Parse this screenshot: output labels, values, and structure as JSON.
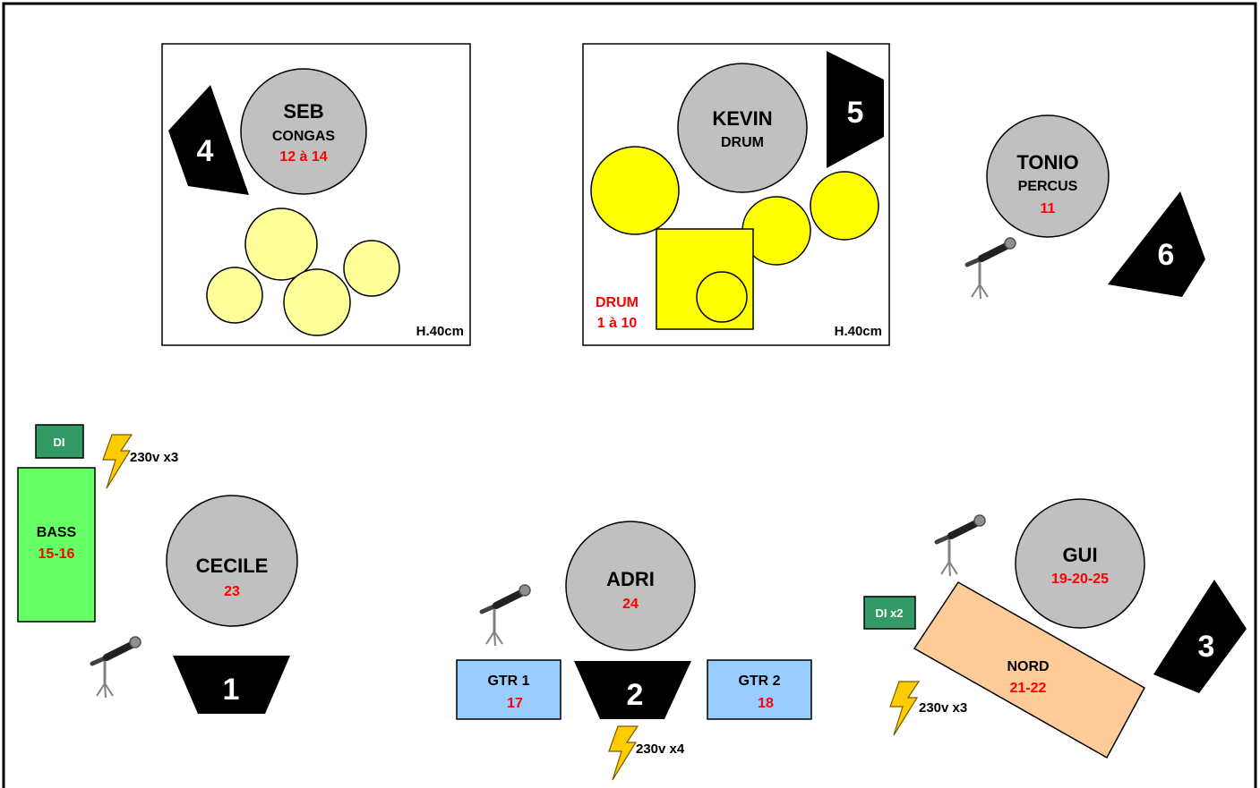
{
  "riser_left": {
    "height_label": "H.40cm"
  },
  "riser_right": {
    "height_label": "H.40cm",
    "drum_label_line1": "DRUM",
    "drum_label_line2": "1 à 10"
  },
  "musicians": {
    "seb": {
      "name": "SEB",
      "role": "CONGAS",
      "channels": "12 à 14"
    },
    "kevin": {
      "name": "KEVIN",
      "role": "DRUM"
    },
    "tonio": {
      "name": "TONIO",
      "role": "PERCUS",
      "channels": "11"
    },
    "cecile": {
      "name": "CECILE",
      "channels": "23"
    },
    "adri": {
      "name": "ADRI",
      "channels": "24"
    },
    "gui": {
      "name": "GUI",
      "channels": "19-20-25"
    }
  },
  "monitors": [
    "1",
    "2",
    "3",
    "4",
    "5",
    "6"
  ],
  "equipment": {
    "bass": {
      "name": "BASS",
      "channels": "15-16"
    },
    "di_bass": "DI",
    "gtr1": {
      "name": "GTR 1",
      "channels": "17"
    },
    "gtr2": {
      "name": "GTR 2",
      "channels": "18"
    },
    "nord": {
      "name": "NORD",
      "channels": "21-22"
    },
    "di_keys": "DI x2"
  },
  "power": {
    "left": "230v x3",
    "center": "230v x4",
    "right": "230v x3"
  },
  "colors": {
    "person_fill": "#c0c0c0",
    "channel_red": "#ff0000",
    "monitor_black": "#000000",
    "conga_fill": "#ffff99",
    "drum_fill": "#ffff00",
    "bass_amp": "#66ff66",
    "di_green": "#339966",
    "guitar_amp": "#99ccff",
    "keys_fill": "#ffcc99",
    "power_yellow": "#ffcc00"
  }
}
